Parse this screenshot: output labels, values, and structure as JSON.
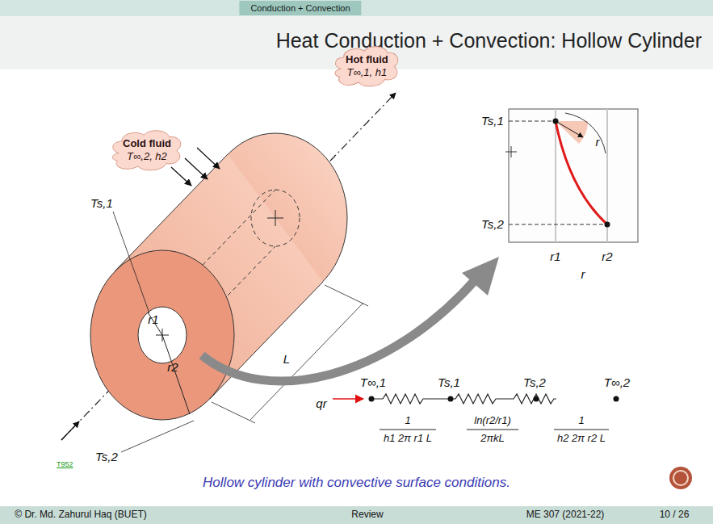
{
  "diagram": {
    "title": "Heat Conduction + Convection: Hollow Cylinder",
    "caption": "Hollow cylinder with convective surface conditions.",
    "nodes": [
      {
        "text": [
          "Cold fluid",
          "T∞,2, h2"
        ]
      },
      {
        "text": [
          "Hot fluid",
          "T∞,1, h1"
        ]
      }
    ],
    "labels": [
      "Conduction + Convection",
      "Ts,1",
      "r1",
      "r2",
      "L",
      "Ts,2",
      "T952",
      "Ts,1",
      "Ts,2",
      "r1",
      "r2",
      "r",
      "r",
      "qr",
      "T∞,1",
      "Ts,1",
      "Ts,2",
      "T∞,2",
      "1",
      "h1 2π r1 L",
      "ln(r2/r1)",
      "2πkL",
      "1",
      "h2 2π r2 L",
      "© Dr. Md. Zahurul Haq (BUET)",
      "Review",
      "ME 307 (2021-22)",
      "10 / 26"
    ]
  }
}
